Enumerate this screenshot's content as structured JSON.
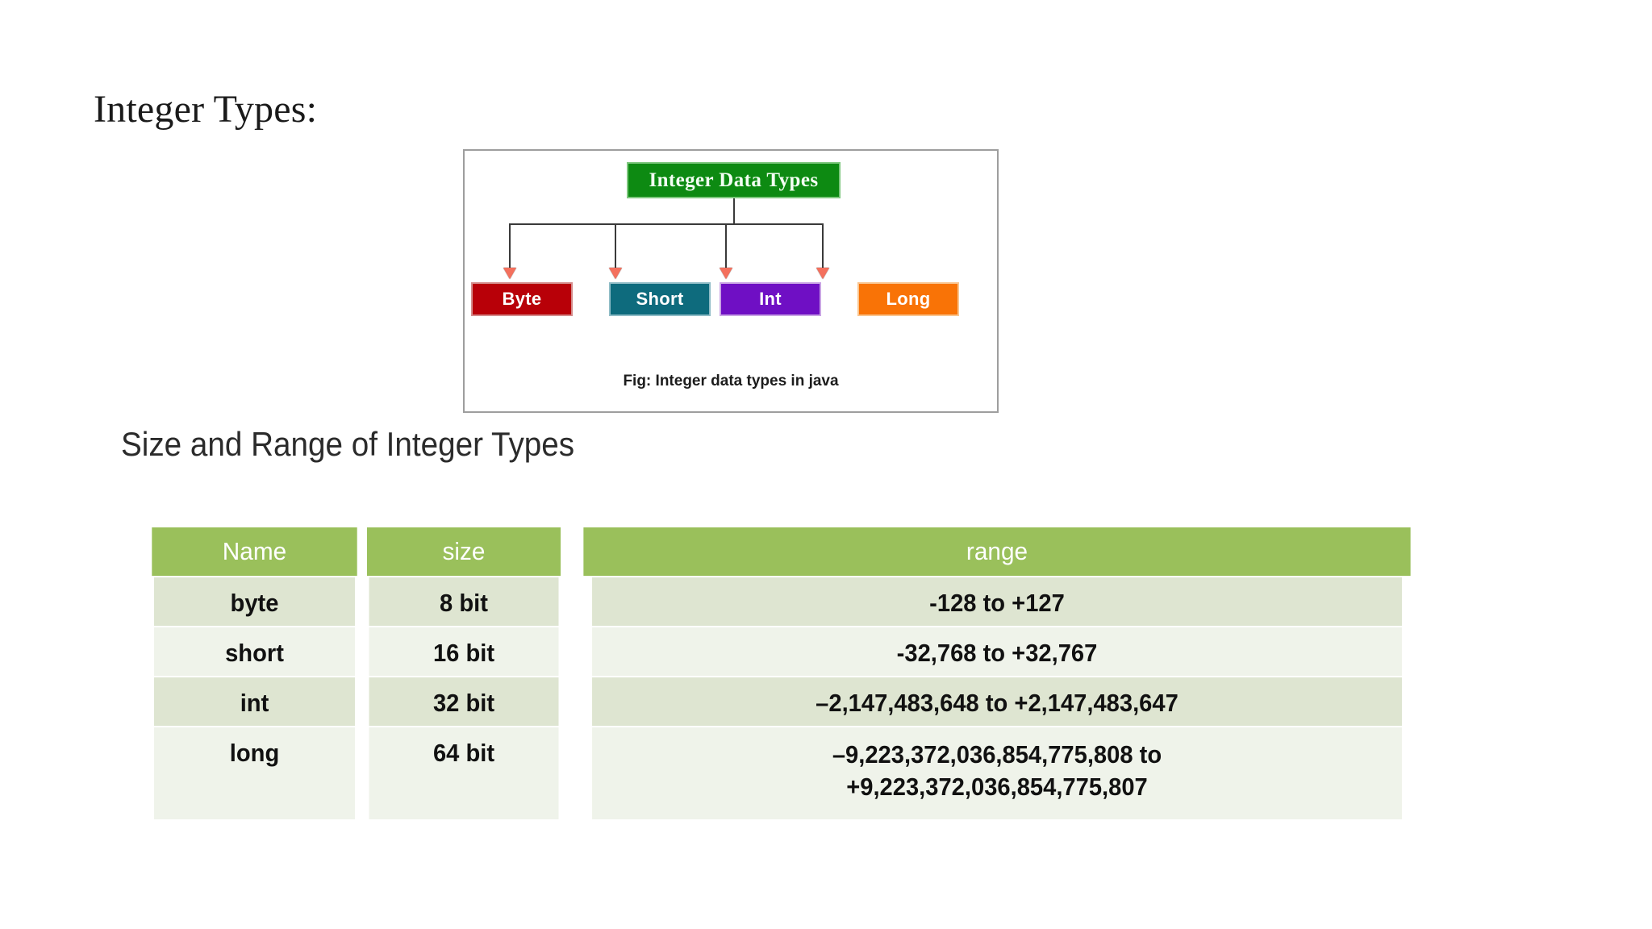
{
  "slide": {
    "title": "Integer Types:",
    "section_heading": "Size and Range of Integer Types"
  },
  "figure": {
    "root_label": "Integer Data Types",
    "caption": "Fig: Integer data types in java",
    "leaves": [
      {
        "label": "Byte",
        "color": "#b80008"
      },
      {
        "label": "Short",
        "color": "#0e6b7d"
      },
      {
        "label": "Int",
        "color": "#6f0fc4"
      },
      {
        "label": "Long",
        "color": "#f97306"
      }
    ],
    "root_color": "#0d8a12",
    "arrow_color": "#f4705d",
    "connector_color": "#3a3a3a",
    "border_color": "#9e9e9e"
  },
  "table": {
    "header_color": "#9ac05b",
    "row_color_odd": "#dee5d1",
    "row_color_even": "#eff3ea",
    "columns": [
      "Name",
      "size",
      "range"
    ],
    "rows": [
      {
        "name": "byte",
        "size": "8 bit",
        "range_line1": "-128 to +127",
        "range_line2": ""
      },
      {
        "name": "short",
        "size": "16 bit",
        "range_line1": "-32,768 to +32,767",
        "range_line2": ""
      },
      {
        "name": "int",
        "size": "32 bit",
        "range_line1": "–2,147,483,648 to +2,147,483,647",
        "range_line2": ""
      },
      {
        "name": "long",
        "size": "64 bit",
        "range_line1": "–9,223,372,036,854,775,808 to",
        "range_line2": "+9,223,372,036,854,775,807"
      }
    ]
  }
}
